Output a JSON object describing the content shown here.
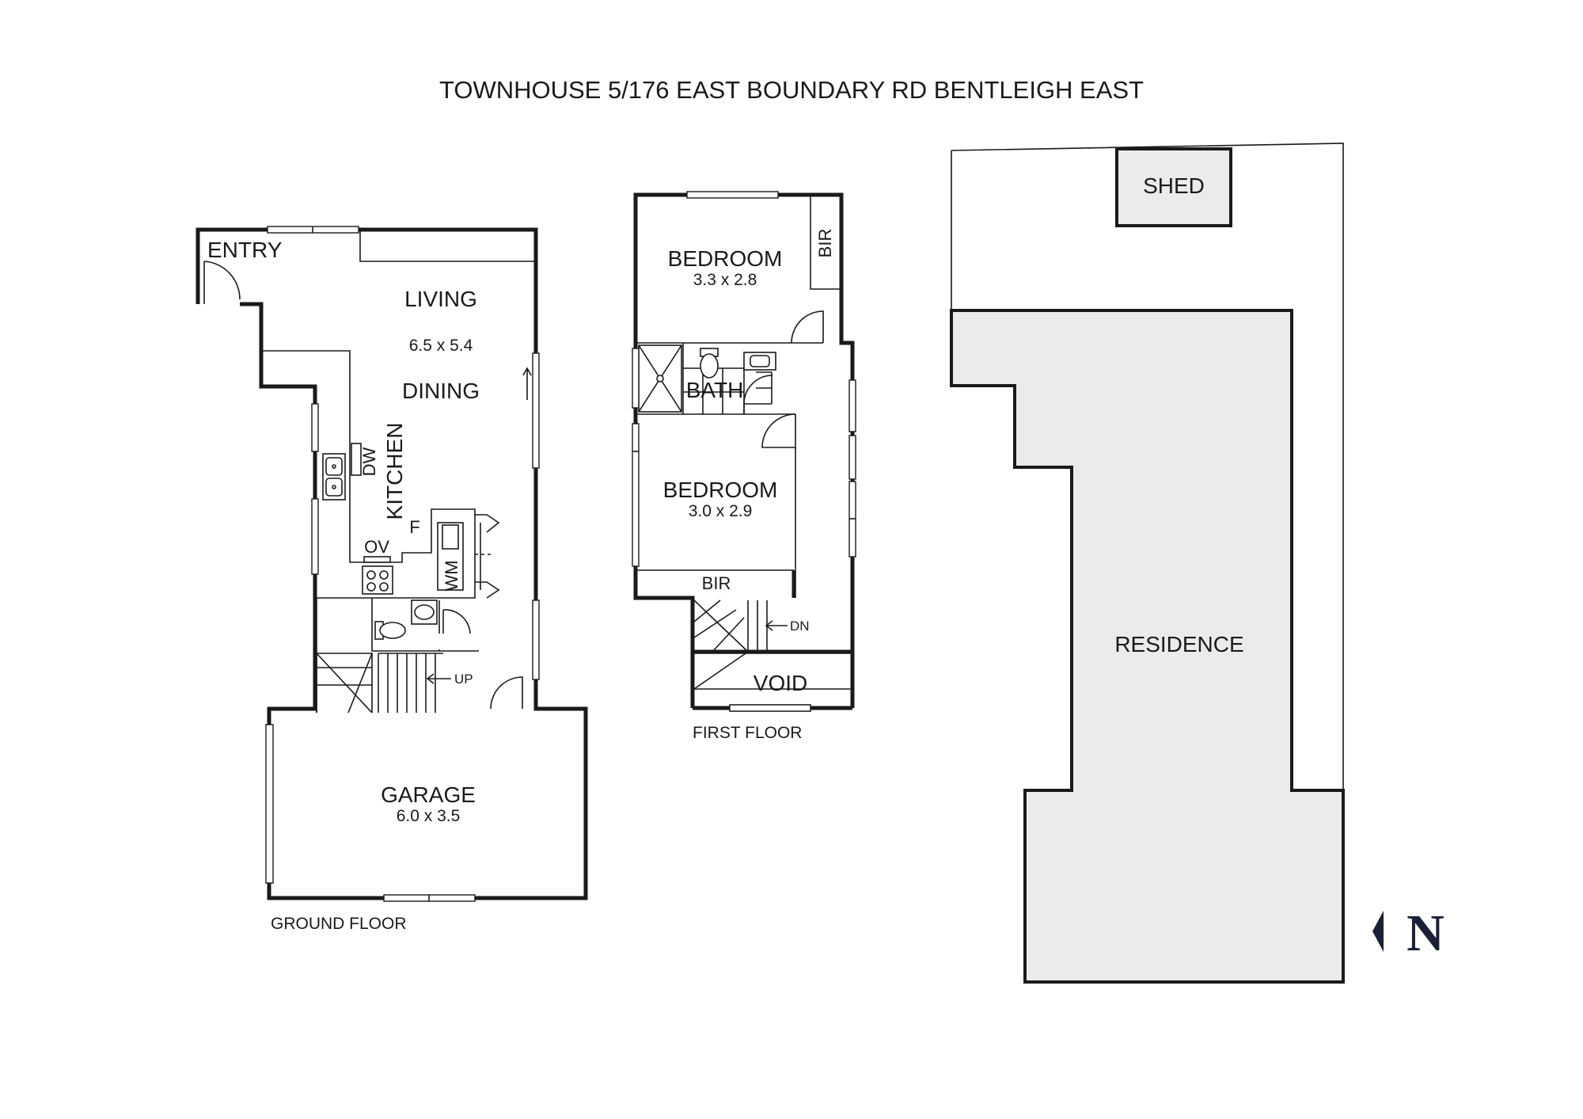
{
  "title": "TOWNHOUSE 5/176 EAST BOUNDARY RD BENTLEIGH EAST",
  "ground_floor": {
    "label": "GROUND FLOOR",
    "entry": "ENTRY",
    "living": "LIVING",
    "living_dims": "6.5 x 5.4",
    "dining": "DINING",
    "kitchen": "KITCHEN",
    "dw": "DW",
    "ov": "OV",
    "fridge": "F",
    "wm": "WM",
    "up": "UP",
    "garage": "GARAGE",
    "garage_dims": "6.0 x 3.5"
  },
  "first_floor": {
    "label": "FIRST FLOOR",
    "bedroom1": "BEDROOM",
    "bedroom1_dims": "3.3 x 2.8",
    "bir1": "BIR",
    "bath": "BATH",
    "bedroom2": "BEDROOM",
    "bedroom2_dims": "3.0 x 2.9",
    "bir2": "BIR",
    "dn": "DN",
    "void": "VOID"
  },
  "site": {
    "shed": "SHED",
    "residence": "RESIDENCE",
    "north": "N"
  },
  "colors": {
    "wall": "#1a1a1a",
    "residence_fill": "#ebebeb",
    "north_arrow": "#1b2036"
  }
}
